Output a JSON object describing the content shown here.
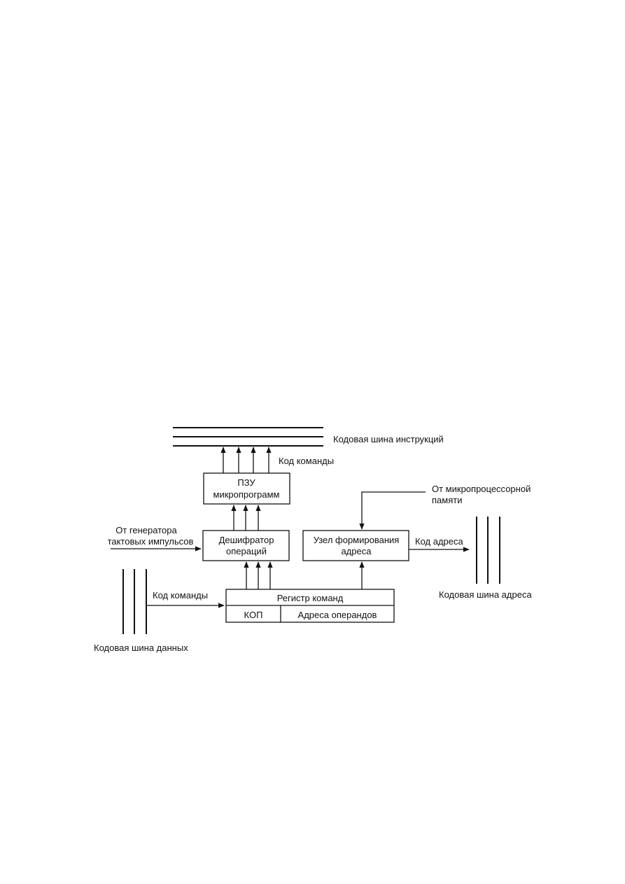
{
  "diagram": {
    "instruction_bus_label": "Кодовая шина инструкций",
    "command_code_top_label": "Код команды",
    "rom_line1": "ПЗУ",
    "rom_line2": "микропрограмм",
    "mp_memory_line1": "От микропроцессорной",
    "mp_memory_line2": "памяти",
    "clock_line1": "От генератора",
    "clock_line2": "тактовых импульсов",
    "decoder_line1": "Дешифратор",
    "decoder_line2": "операций",
    "address_unit_line1": "Узел формирования",
    "address_unit_line2": "адреса",
    "address_code_label": "Код адреса",
    "address_bus_label": "Кодовая шина адреса",
    "command_code_left_label": "Код команды",
    "register_title": "Регистр команд",
    "opcode_field": "КОП",
    "operands_field": "Адреса операндов",
    "data_bus_label": "Кодовая шина данных"
  }
}
